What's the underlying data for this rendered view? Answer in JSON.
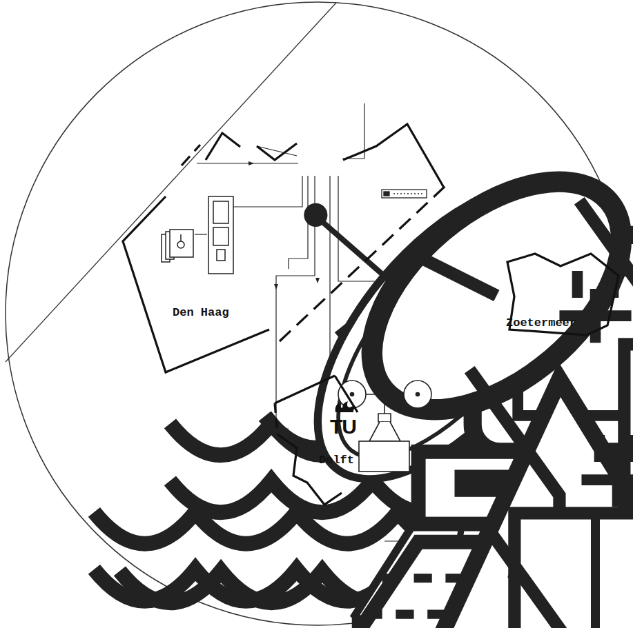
{
  "diagram": {
    "nodes": [
      {
        "text": [
          "Den Haag"
        ]
      },
      {
        "text": [
          "Zoetermeer"
        ]
      },
      {
        "text": [
          "TU",
          "Delft"
        ]
      }
    ]
  }
}
